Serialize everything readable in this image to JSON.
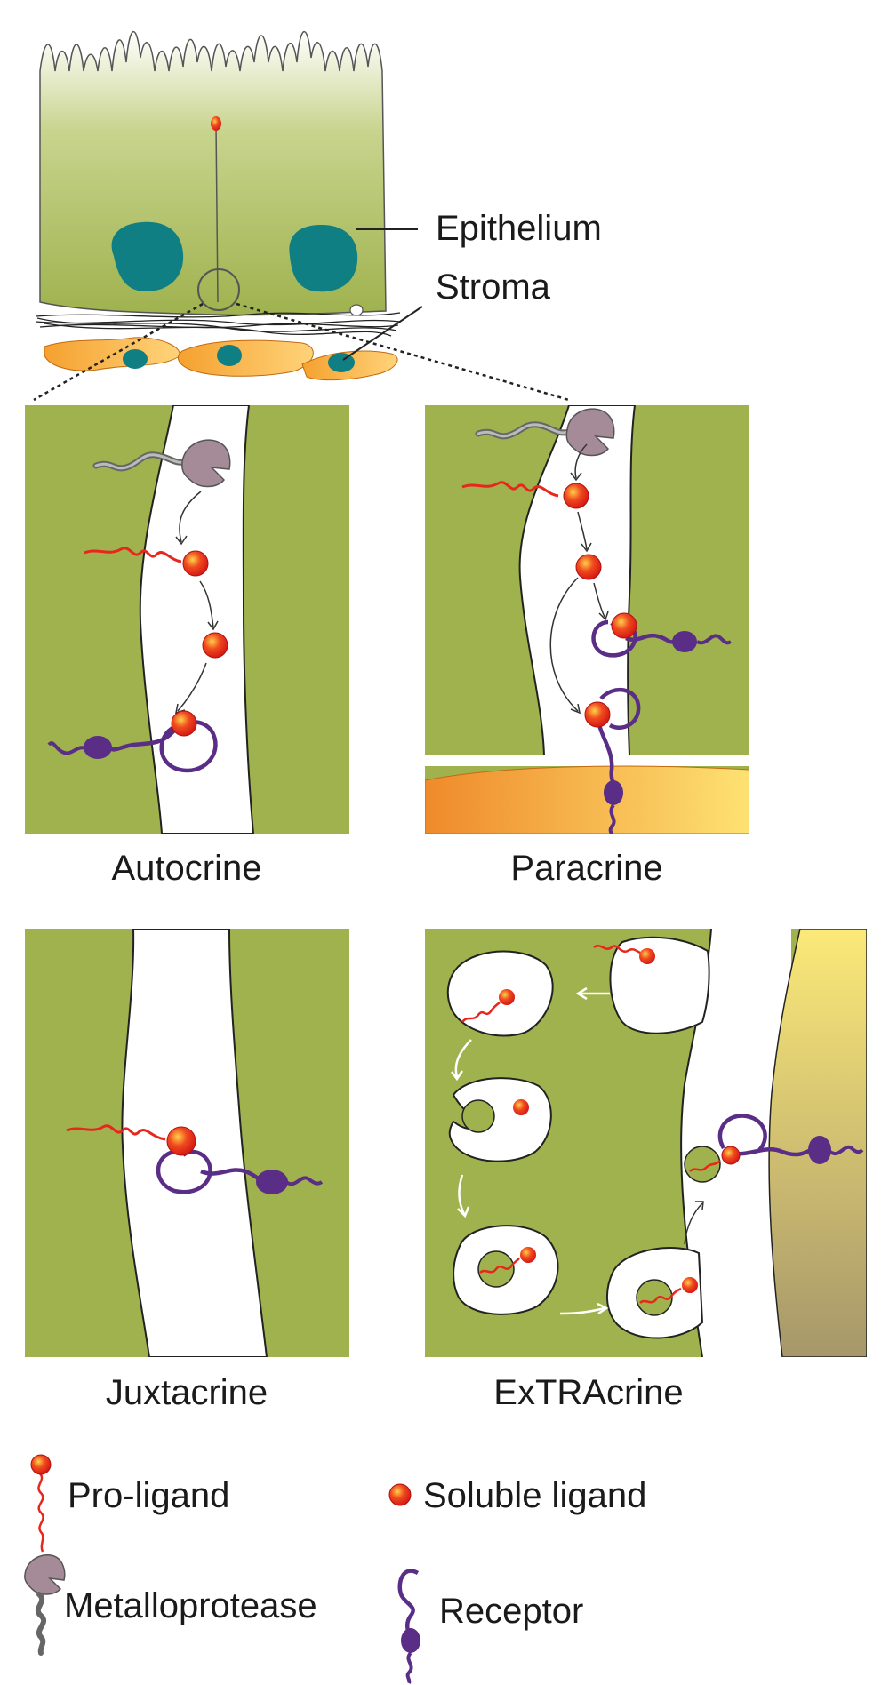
{
  "overview": {
    "epithelium_label": "Epithelium",
    "stroma_label": "Stroma"
  },
  "panels": [
    {
      "id": "autocrine",
      "label": "Autocrine"
    },
    {
      "id": "paracrine",
      "label": "Paracrine"
    },
    {
      "id": "juxtacrine",
      "label": "Juxtacrine"
    },
    {
      "id": "extracrine",
      "label": "ExTRAcrine"
    }
  ],
  "legend": {
    "pro_ligand": "Pro-ligand",
    "soluble_ligand": "Soluble ligand",
    "metalloprotease": "Metalloprotease",
    "receptor": "Receptor"
  },
  "colors": {
    "epithelium_green": "#9fb24e",
    "nucleus_teal": "#0f7f84",
    "stroma_orange": "#f39a2c",
    "ligand_red": "#e8261c",
    "receptor_purple": "#5a2d86",
    "protease_mauve": "#a58a98"
  }
}
